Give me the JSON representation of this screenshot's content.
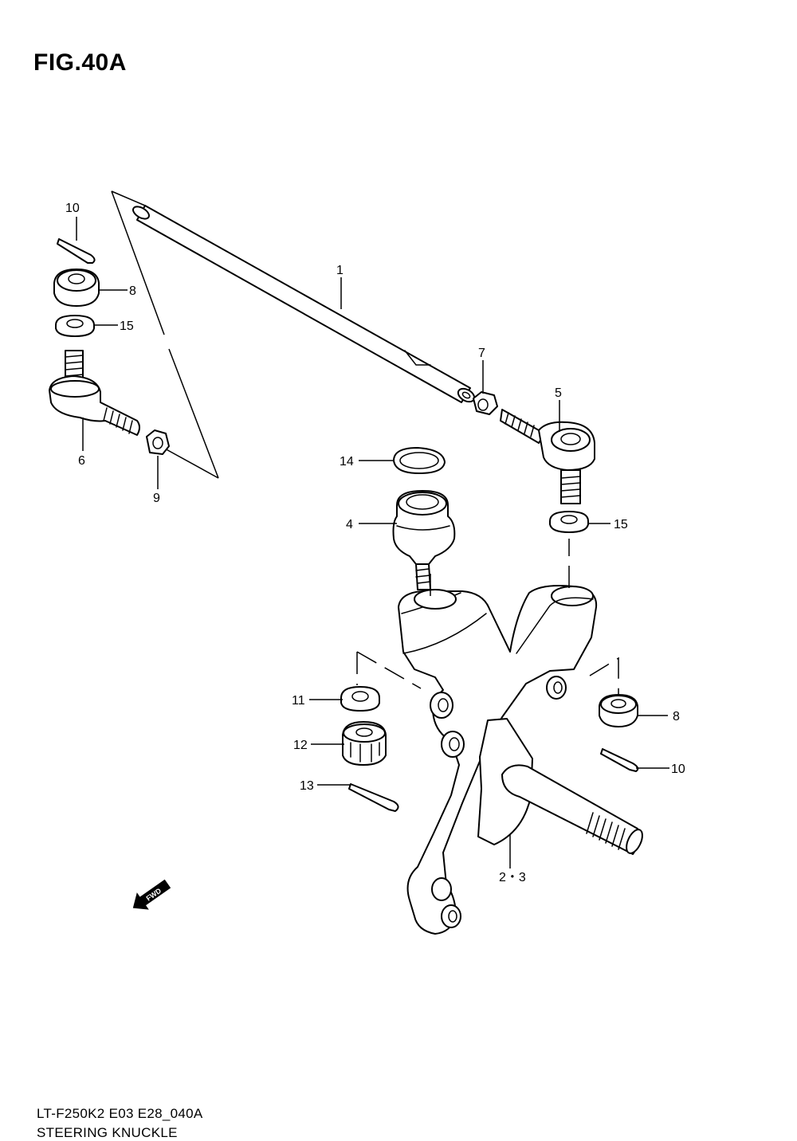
{
  "figure": {
    "title": "FIG.40A",
    "model_code": "LT-F250K2 E03 E28_040A",
    "section_name": "STEERING KNUCKLE",
    "fwd_label": "FWD"
  },
  "callouts": [
    {
      "id": "c1",
      "label": "1"
    },
    {
      "id": "c2",
      "label": "2・3"
    },
    {
      "id": "c4",
      "label": "4"
    },
    {
      "id": "c5",
      "label": "5"
    },
    {
      "id": "c6",
      "label": "6"
    },
    {
      "id": "c7",
      "label": "7"
    },
    {
      "id": "c8a",
      "label": "8"
    },
    {
      "id": "c8b",
      "label": "8"
    },
    {
      "id": "c9",
      "label": "9"
    },
    {
      "id": "c10a",
      "label": "10"
    },
    {
      "id": "c10b",
      "label": "10"
    },
    {
      "id": "c11",
      "label": "11"
    },
    {
      "id": "c12",
      "label": "12"
    },
    {
      "id": "c13",
      "label": "13"
    },
    {
      "id": "c14",
      "label": "14"
    },
    {
      "id": "c15a",
      "label": "15"
    },
    {
      "id": "c15b",
      "label": "15"
    }
  ]
}
